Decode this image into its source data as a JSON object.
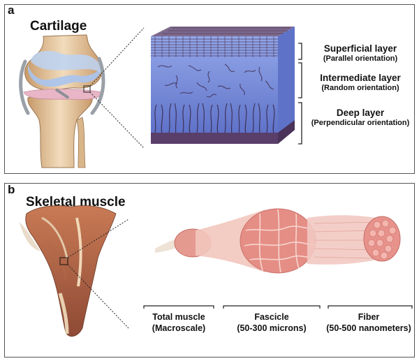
{
  "panel_a": {
    "letter": "a",
    "title": "Cartilage",
    "layers": [
      {
        "name": "Superficial layer",
        "orientation": "(Parallel orientation)"
      },
      {
        "name": "Intermediate layer",
        "orientation": "(Random orientation)"
      },
      {
        "name": "Deep layer",
        "orientation": "(Perpendicular orientation)"
      }
    ]
  },
  "panel_b": {
    "letter": "b",
    "title": "Skeletal muscle",
    "scales": [
      {
        "name": "Total muscle",
        "detail": "(Macroscale)"
      },
      {
        "name": "Fascicle",
        "detail": "(50-300 microns)"
      },
      {
        "name": "Fiber",
        "detail": "(50-500 nanometers)"
      }
    ]
  },
  "colors": {
    "border": "#555555",
    "cartilage_blue": "#6f86d8",
    "bone": "#e8c9a0",
    "fiber_purple": "#6a4a78",
    "muscle_pink": "#e79a96"
  }
}
